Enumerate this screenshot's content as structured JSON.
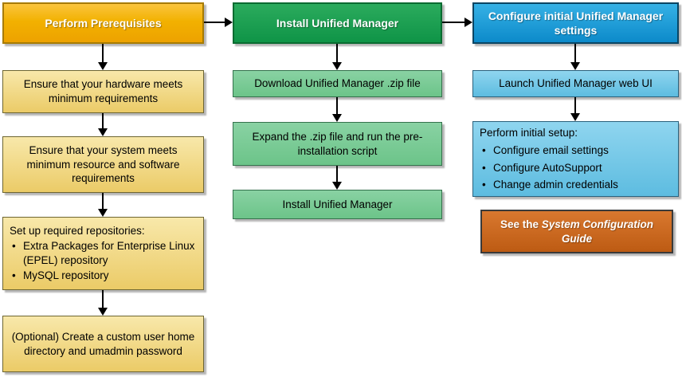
{
  "columns": [
    {
      "header": "Perform Prerequisites",
      "steps": {
        "hardware": "Ensure that your hardware meets minimum requirements",
        "system": "Ensure that your system meets minimum resource and software requirements",
        "repositories_intro": "Set up required repositories:",
        "repositories_bullets": [
          "Extra Packages for Enterprise Linux (EPEL) repository",
          "MySQL repository"
        ],
        "optional_user": "(Optional) Create a custom user home directory and umadmin password"
      }
    },
    {
      "header": "Install Unified Manager",
      "steps": {
        "download": "Download Unified Manager .zip file",
        "expand": "Expand the .zip file and run the pre-installation script",
        "install": "Install Unified Manager"
      }
    },
    {
      "header": "Configure initial Unified Manager settings",
      "steps": {
        "launch": "Launch Unified Manager web UI",
        "setup_intro": "Perform initial setup:",
        "setup_bullets": [
          "Configure email settings",
          "Configure AutoSupport",
          "Change admin credentials"
        ],
        "note": {
          "prefix": "See the ",
          "emphasis": "System Configuration Guide"
        }
      }
    }
  ],
  "colors": {
    "header_gold": "#F0AD00",
    "header_green": "#18A04E",
    "header_blue": "#1B9CD8",
    "step_yellow": "#F2D88B",
    "step_green": "#7BCB96",
    "step_blue": "#76C7E6",
    "note_orange": "#CA6920",
    "arrow": "#000000"
  }
}
